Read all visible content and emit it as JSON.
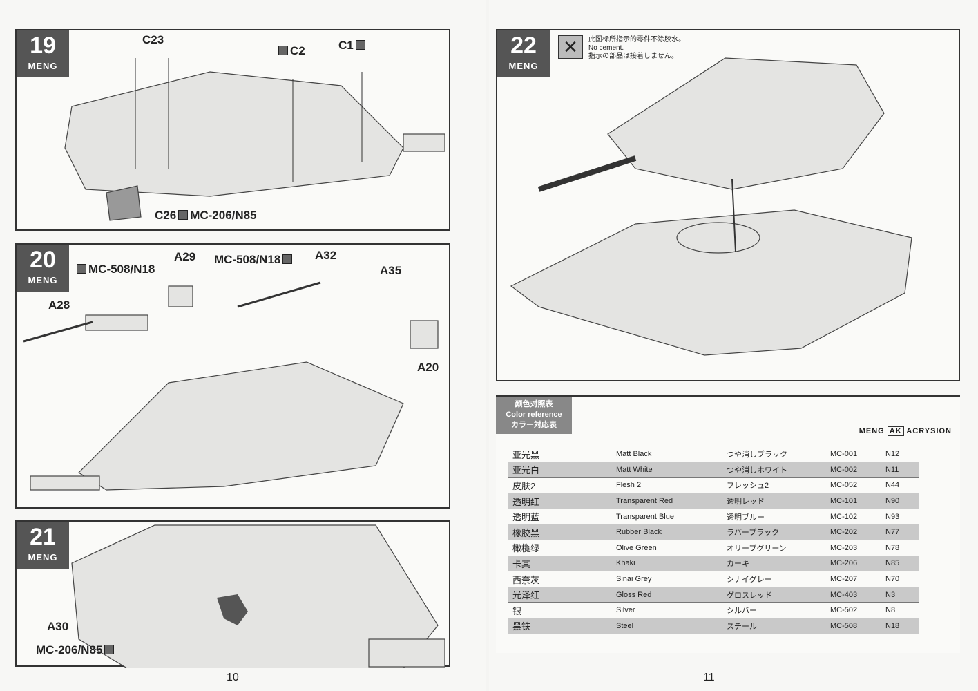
{
  "brand": "MENG",
  "steps": [
    {
      "number": "19",
      "labels": [
        "C23",
        "C2",
        "C1",
        "C26",
        "MC-206/N85"
      ]
    },
    {
      "number": "20",
      "labels": [
        "MC-508/N18",
        "A29",
        "MC-508/N18",
        "A32",
        "A35",
        "A28",
        "A20"
      ]
    },
    {
      "number": "21",
      "labels": [
        "A30",
        "MC-206/N85"
      ]
    },
    {
      "number": "22",
      "note": {
        "cn": "此图标所指示的零件不涂胶水。",
        "en": "No cement.",
        "jp": "指示の部品は接着しません。"
      }
    }
  ],
  "color_reference": {
    "title_cn": "颜色对照表",
    "title_en": "Color reference",
    "title_jp": "カラー対応表",
    "logos": [
      "MENG",
      "AK",
      "ACRYSION"
    ],
    "rows": [
      {
        "cn": "亚光黑",
        "en": "Matt Black",
        "jp": "つや消しブラック",
        "mc": "MC-001",
        "n": "N12"
      },
      {
        "cn": "亚光白",
        "en": "Matt White",
        "jp": "つや消しホワイト",
        "mc": "MC-002",
        "n": "N11"
      },
      {
        "cn": "皮肤2",
        "en": "Flesh 2",
        "jp": "フレッシュ2",
        "mc": "MC-052",
        "n": "N44"
      },
      {
        "cn": "透明红",
        "en": "Transparent Red",
        "jp": "透明レッド",
        "mc": "MC-101",
        "n": "N90"
      },
      {
        "cn": "透明蓝",
        "en": "Transparent Blue",
        "jp": "透明ブルー",
        "mc": "MC-102",
        "n": "N93"
      },
      {
        "cn": "橡胶黑",
        "en": "Rubber Black",
        "jp": "ラバーブラック",
        "mc": "MC-202",
        "n": "N77"
      },
      {
        "cn": "橄榄绿",
        "en": "Olive Green",
        "jp": "オリーブグリーン",
        "mc": "MC-203",
        "n": "N78"
      },
      {
        "cn": "卡其",
        "en": "Khaki",
        "jp": "カーキ",
        "mc": "MC-206",
        "n": "N85"
      },
      {
        "cn": "西奈灰",
        "en": "Sinai Grey",
        "jp": "シナイグレー",
        "mc": "MC-207",
        "n": "N70"
      },
      {
        "cn": "光泽红",
        "en": "Gloss Red",
        "jp": "グロスレッド",
        "mc": "MC-403",
        "n": "N3"
      },
      {
        "cn": "银",
        "en": "Silver",
        "jp": "シルバー",
        "mc": "MC-502",
        "n": "N8"
      },
      {
        "cn": "黑铁",
        "en": "Steel",
        "jp": "スチール",
        "mc": "MC-508",
        "n": "N18"
      }
    ]
  },
  "page_numbers": [
    "10",
    "11"
  ]
}
